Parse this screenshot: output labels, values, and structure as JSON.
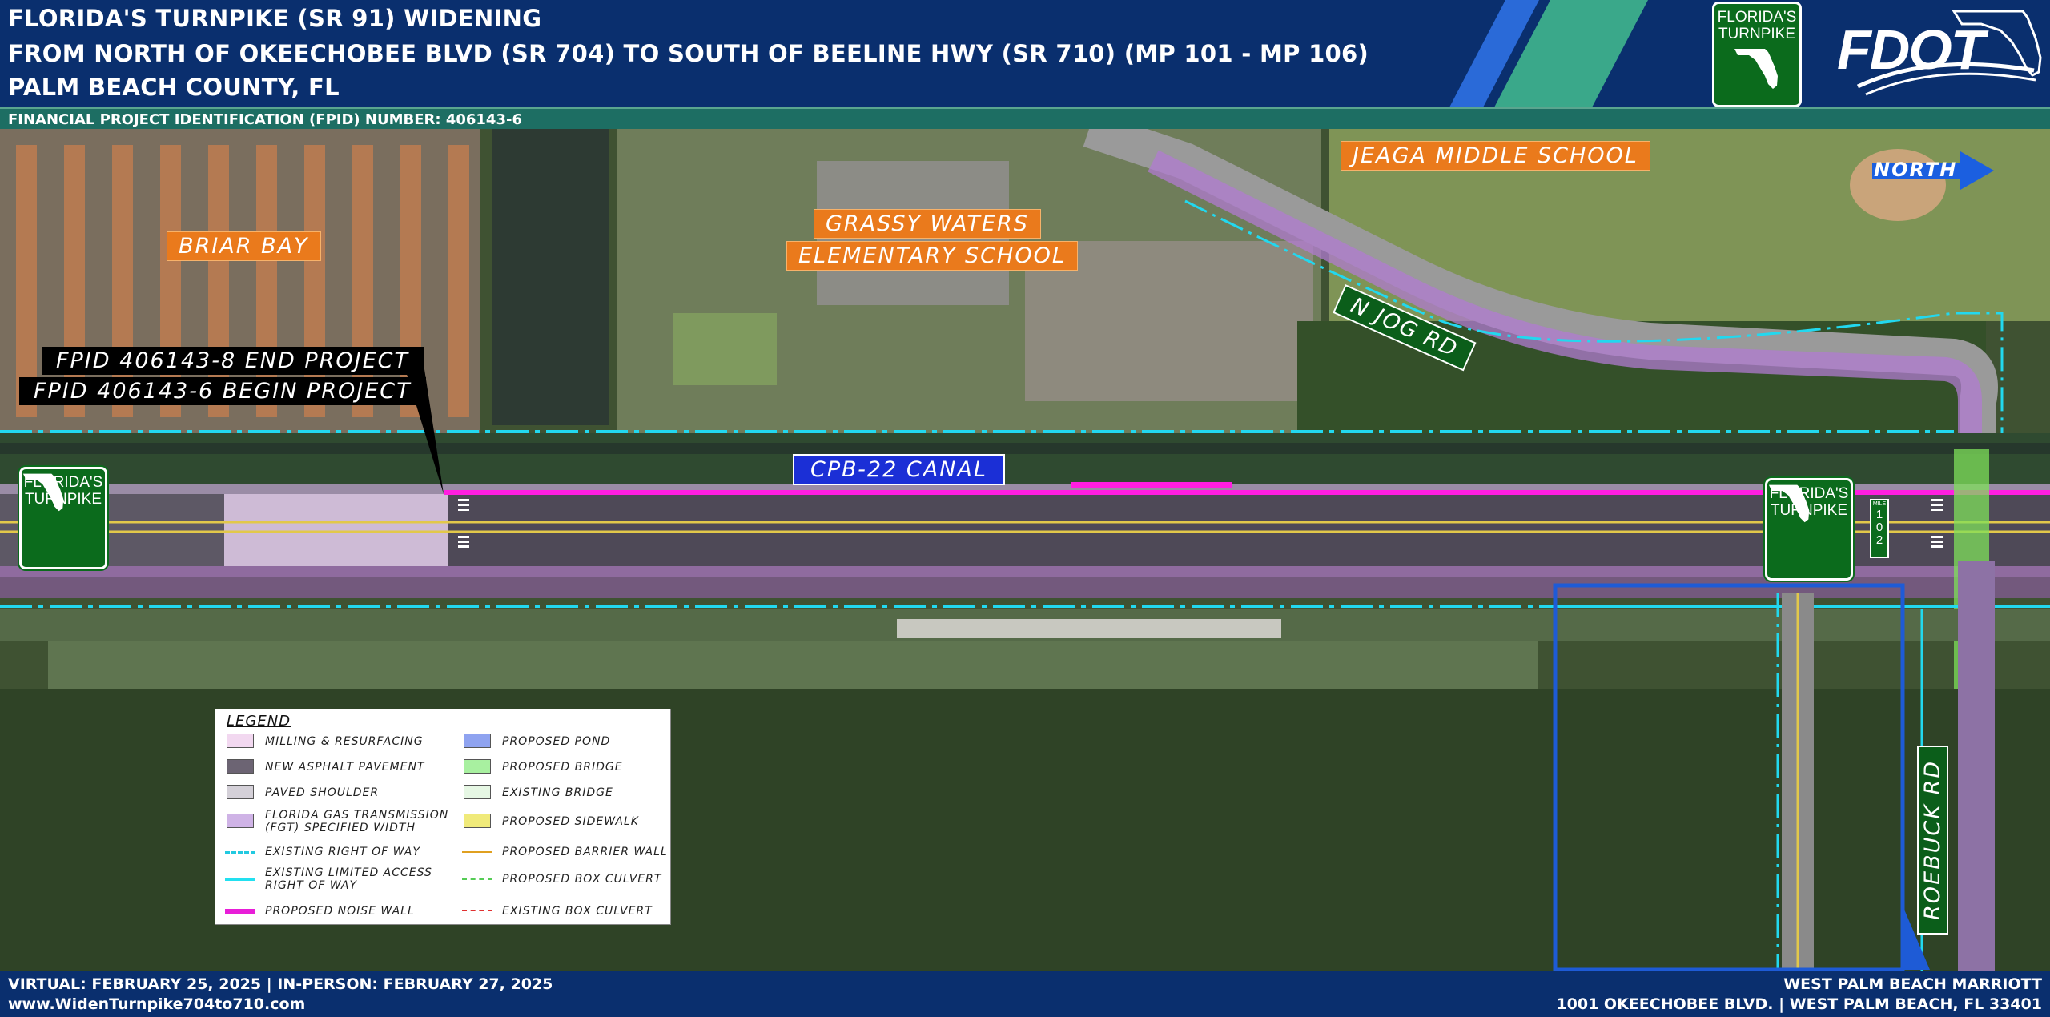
{
  "header": {
    "title_line1": "FLORIDA'S TURNPIKE (SR 91) WIDENING",
    "title_line2": "FROM NORTH OF OKEECHOBEE BLVD (SR 704) TO SOUTH OF BEELINE HWY (SR 710) (MP 101 - MP 106)",
    "title_line3": "PALM BEACH COUNTY, FL",
    "fpid_label": "FINANCIAL PROJECT IDENTIFICATION (FPID) NUMBER: 406143-6",
    "logo_shield_text_1": "FLORIDA'S",
    "logo_shield_text_2": "TURNPIKE",
    "fdot_logo": "FDOT"
  },
  "map": {
    "labels": {
      "briar_bay": "BRIAR BAY",
      "grassy_waters_1": "GRASSY WATERS",
      "grassy_waters_2": "ELEMENTARY SCHOOL",
      "jeaga": "JEAGA MIDDLE SCHOOL",
      "north": "NORTH",
      "n_jog_rd": "N JOG RD",
      "end_project": "FPID 406143-8 END PROJECT",
      "begin_project": "FPID 406143-6 BEGIN PROJECT",
      "canal": "CPB-22 CANAL",
      "roebuck_rd": "ROEBUCK RD",
      "mile_marker_label": "MILE",
      "mile_marker_value": "102"
    },
    "shield_text_1": "FLORIDA'S",
    "shield_text_2": "TURNPIKE"
  },
  "legend": {
    "title": "LEGEND",
    "items": [
      {
        "label": "MILLING & RESURFACING",
        "color": "#f2d8f0"
      },
      {
        "label": "NEW ASPHALT PAVEMENT",
        "color": "#6c6473"
      },
      {
        "label": "PAVED SHOULDER",
        "color": "#d4d0d8"
      },
      {
        "label": "FLORIDA GAS TRANSMISSION",
        "label2": "(FGT) SPECIFIED WIDTH",
        "color": "#cfb3e6"
      },
      {
        "label": "EXISTING RIGHT OF WAY",
        "color": "#22c9e0"
      },
      {
        "label": "EXISTING LIMITED ACCESS",
        "label2": "RIGHT OF WAY",
        "color": "#22e0f0"
      },
      {
        "label": "PROPOSED NOISE WALL",
        "color": "#e81ed8"
      },
      {
        "label": "PROPOSED POND",
        "color": "#8fa3f0"
      },
      {
        "label": "PROPOSED BRIDGE",
        "color": "#a8f0a0"
      },
      {
        "label": "EXISTING BRIDGE",
        "color": "#e6f7e4"
      },
      {
        "label": "PROPOSED SIDEWALK",
        "color": "#f0ea7a"
      },
      {
        "label": "PROPOSED BARRIER WALL",
        "color": "#e0a020"
      },
      {
        "label": "PROPOSED BOX CULVERT",
        "color": "#55cc55"
      },
      {
        "label": "EXISTING BOX CULVERT",
        "color": "#e03030"
      }
    ]
  },
  "footer": {
    "dates": "VIRTUAL: FEBRUARY 25, 2025 | IN-PERSON: FEBRUARY 27, 2025",
    "website": "www.WidenTurnpike704to710.com",
    "venue": "WEST PALM BEACH MARRIOTT",
    "address": "1001 OKEECHOBEE BLVD. | WEST PALM BEACH, FL 33401"
  }
}
